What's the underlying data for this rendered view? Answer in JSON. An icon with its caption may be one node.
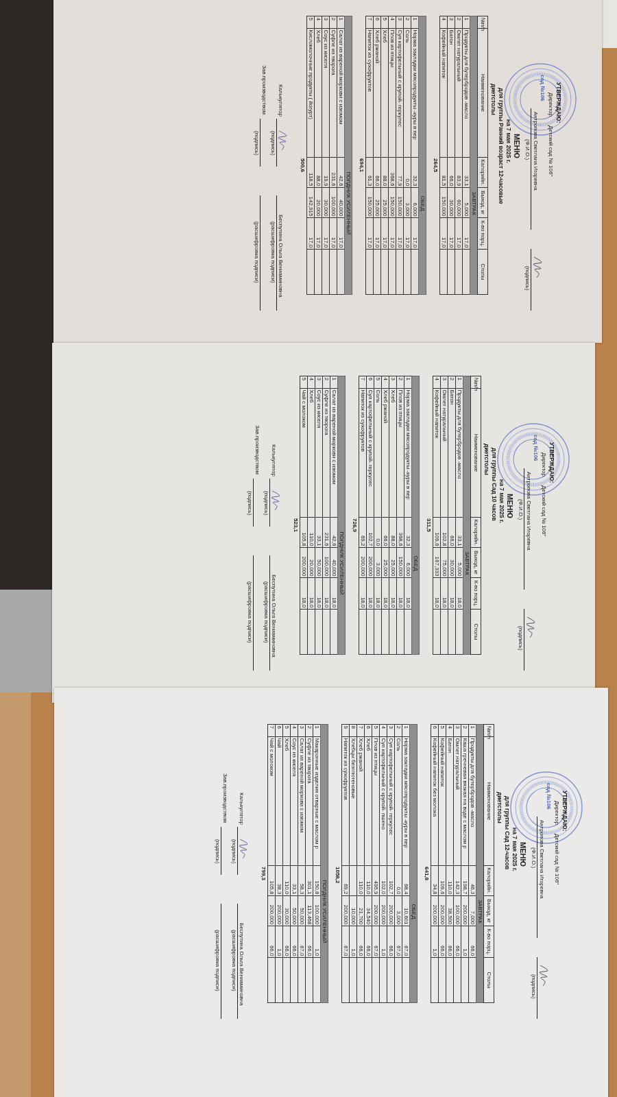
{
  "diagram": {
    "labels": [
      "УТВЕРЖДАЮ:",
      "Директор",
      "Детский сад № 106\"",
      "сад №106",
      "Антропова Светлана Игоревна",
      "(Ф.И.О.)",
      "(подпись)",
      "МЕНЮ",
      "на 7 мая 2025 г.",
      "для группы Ранний возраст 12-часовые",
      "диетстолы",
      "№п/п",
      "Наименование",
      "Калорийн.",
      "Выход, кг",
      "К-во порц.",
      "Столы",
      "ЗАВТРАК",
      "1",
      "Продукты для бутербродов -масло",
      "33,1",
      "5,000",
      "17,0",
      "2",
      "Омлет натуральный",
      "83,9",
      "60,000",
      "17,0",
      "3",
      "Батон",
      "66,0",
      "30,000",
      "17,0",
      "4",
      "Кофейный напиток",
      "81,5",
      "150,000",
      "17,0",
      "264,5",
      "ОБЕД",
      "1",
      "Норма закладки мясопродукты -куры в пер",
      "32,3",
      "6,000",
      "17,0",
      "2",
      "Соль",
      "0,0",
      "3,000",
      "17,0",
      "3",
      "Суп картофельный с крупой- геркулес",
      "77,9",
      "150,000",
      "17,0",
      "4",
      "Плов из птицы",
      "368,6",
      "150,000",
      "17,0",
      "5",
      "Хлеб",
      "88,0",
      "25,000",
      "17,0",
      "6",
      "Хлеб ржаной",
      "66,0",
      "25,000",
      "17,0",
      "7",
      "Напиток из сухофруктов",
      "61,3",
      "150,000",
      "17,0",
      "694,1",
      "ПОЛДНИК УСИЛЕННЫЙ",
      "1",
      "Салат из вареной моркови с изюмом",
      "42,6",
      "40,000",
      "17,0",
      "2",
      "Суфле из творога",
      "231,6",
      "100,000",
      "17,0",
      "3",
      "Соус из киселя",
      "19,9",
      "30,000",
      "17,0",
      "4",
      "Хлеб",
      "88,0",
      "20,000",
      "17,0",
      "5",
      "Кисломолочные продукты ( йогурт)",
      "118,5",
      "142,915",
      "17,0",
      "500,6",
      "Калькулятор",
      "(подпись)",
      "Беспутина Ольга Вениаминовна",
      "(расшифровка подписи)",
      "Зав.производством",
      "(подпись)",
      "(расшифровка подписи)",
      "УТВЕРЖДАЮ:",
      "Директор",
      "Детский сад № 106\"",
      "сад №106",
      "Антропова Светлана Игоревна",
      "(Ф.И.О.)",
      "(подпись)",
      "МЕНЮ",
      "на 7 мая 2025 г.",
      "для группы Сад 10 часов",
      "диетстолы",
      "№п/п",
      "Наименование",
      "Калорийн.",
      "Выход, кг",
      "К-во порц.",
      "Столы",
      "ЗАВТРАК",
      "1",
      "Продукты для бутербродов -масло",
      "33,1",
      "5,000",
      "18,0",
      "2",
      "Батон",
      "66,0",
      "30,000",
      "18,0",
      "3",
      "Омлет натуральный",
      "102,8",
      "75,000",
      "18,0",
      "4",
      "Кофейный напиток",
      "109,6",
      "167,333",
      "18,0",
      "311,5",
      "ОБЕД",
      "1",
      "Норма закладки мясопродукты -куры в пер",
      "32,3",
      "6,000",
      "18,0",
      "2",
      "Плов из птицы",
      "368,6",
      "150,000",
      "18,0",
      "3",
      "Хлеб",
      "88,0",
      "25,000",
      "18,0",
      "4",
      "Хлеб ржаной",
      "66,0",
      "25,000",
      "18,0",
      "5",
      "Соль",
      "0,0",
      "3,000",
      "18,0",
      "6",
      "Суп картофельный с крупой- геркулес",
      "102,7",
      "200,000",
      "18,0",
      "7",
      "Напиток из сухофруктов",
      "69,2",
      "200,000",
      "18,0",
      "726,9",
      "ПОЛДНИК УСИЛЕННЫЙ",
      "1",
      "Салат из вареной моркови с изюмом",
      "42,6",
      "40,000",
      "18,0",
      "2",
      "Суфле из творога",
      "231,6",
      "100,000",
      "18,0",
      "3",
      "Соус из киселя",
      "33,1",
      "50,000",
      "18,0",
      "4",
      "Хлеб",
      "110,0",
      "20,000",
      "18,0",
      "5",
      "Чай с молоком",
      "105,8",
      "200,000",
      "18,0",
      "523,1",
      "Калькулятор",
      "(подпись)",
      "Беспутина Ольга Вениаминовна",
      "(расшифровка подписи)",
      "Зав.производством",
      "(подпись)",
      "(расшифровка подписи)",
      "УТВЕРЖДАЮ:",
      "Директор",
      "Детский сад № 106\"",
      "сад №106",
      "Антропова Светлана Игоревна",
      "(Ф.И.О.)",
      "(подпись)",
      "МЕНЮ",
      "на 7 мая 2025 г.",
      "для группы Сад 12-часов",
      "диетстолы",
      "№п/п",
      "Наименование",
      "Калорийн.",
      "Выход, кг",
      "К-во порц.",
      "Столы",
      "ЗАВТРАК",
      "1",
      "Продукты для бутербродов -масло",
      "46,3",
      "7,000",
      "66,0",
      "2",
      "Каша гречневая вязкая на воде с маслом р",
      "198,7",
      "200,000",
      "1,0",
      "3",
      "Омлет натуральный",
      "142,3",
      "100,000",
      "66,0",
      "4",
      "Батон",
      "110,0",
      "38,500",
      "66,0",
      "5",
      "Кофейный напиток",
      "109,6",
      "200,000",
      "66,0",
      "6",
      "Кофейный напиток без молока",
      "34,8",
      "200,000",
      "1,0",
      "641,8",
      "ОБЕД",
      "1",
      "Норма закладки мясопродукты -куры в пер",
      "68,4",
      "10,601",
      "67,0",
      "2",
      "Соль",
      "0,0",
      "3,000",
      "67,0",
      "3",
      "Суп картофельный с крупой- геркулес",
      "102,7",
      "200,000",
      "66,0",
      "4",
      "Суп картофельный с крупой- пшено",
      "102,0",
      "200,000",
      "1,0",
      "5",
      "Плов из птицы",
      "495,9",
      "200,000",
      "67,0",
      "6",
      "Хлеб",
      "110,0",
      "34,540",
      "66,0",
      "7",
      "Хлеб ржаной",
      "110,0",
      "21,700",
      "66,0",
      "8",
      "Хлебцы безглютеновые",
      "10,000",
      "1,0",
      "9",
      "Напиток из сухофруктов",
      "69,2",
      "200,000",
      "67,0",
      "1058,2",
      "ПОЛДНИК УСИЛЕННЫЙ",
      "1",
      "Макаронные изделия отварные с маслом р",
      "150,8",
      "100,000",
      "1,0",
      "2",
      "Суфле из творога",
      "301,1",
      "113,468",
      "66,0",
      "3",
      "Салат из вареной моркови с изюмом",
      "58,3",
      "50,000",
      "67,0",
      "4",
      "Соус из киселя",
      "33,1",
      "50,000",
      "66,0",
      "5",
      "Хлеб",
      "110,0",
      "30,000",
      "66,0",
      "6",
      "Чай",
      "38,3",
      "200,000",
      "1,0",
      "7",
      "Чай с молоком",
      "105,8",
      "200,000",
      "66,0",
      "799,3",
      "Калькулятор",
      "(подпись)",
      "Беспутина Ольга Вениаминовна",
      "(расшифровка подписи)",
      "Зав.производством",
      "(подпись)",
      "(расшифровка подписи)"
    ]
  }
}
